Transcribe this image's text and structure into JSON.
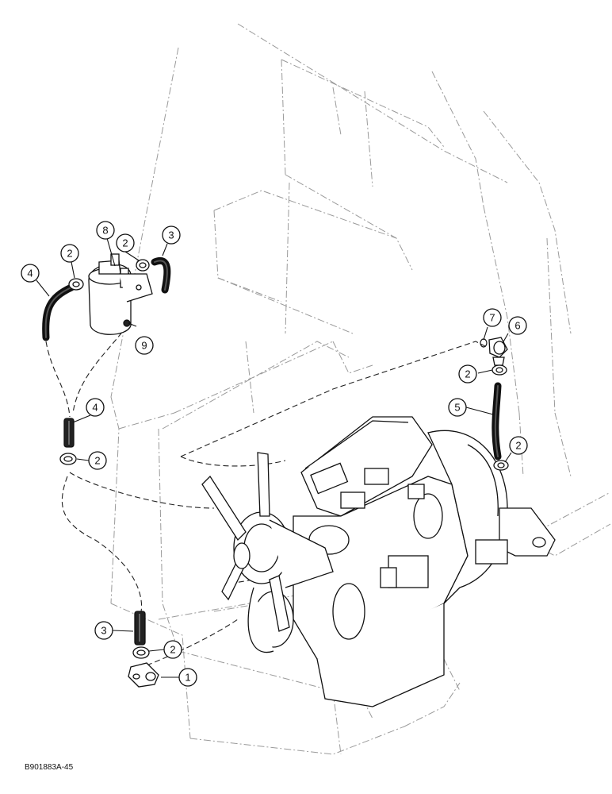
{
  "figure": {
    "code": "B901883A-45",
    "callouts": [
      {
        "label": "1"
      },
      {
        "label": "2"
      },
      {
        "label": "2"
      },
      {
        "label": "3"
      },
      {
        "label": "4"
      },
      {
        "label": "8"
      },
      {
        "label": "9"
      },
      {
        "label": "4"
      },
      {
        "label": "2"
      },
      {
        "label": "7"
      },
      {
        "label": "6"
      },
      {
        "label": "2"
      },
      {
        "label": "5"
      },
      {
        "label": "2"
      },
      {
        "label": "3"
      },
      {
        "label": "2"
      }
    ]
  },
  "colors": {
    "ink": "#111111",
    "ghost": "#9a9a9a",
    "background": "#ffffff"
  }
}
